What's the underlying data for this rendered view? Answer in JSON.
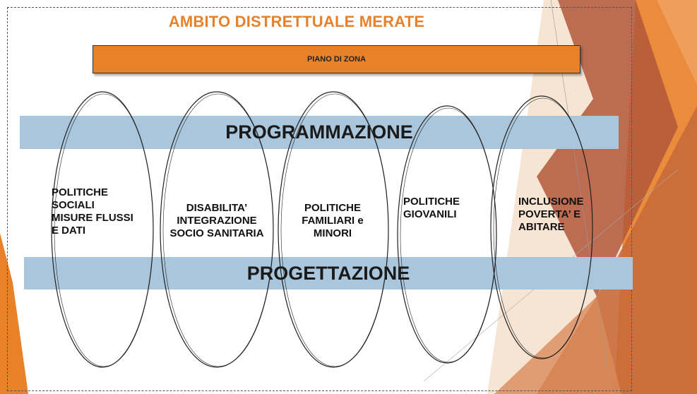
{
  "diagram": {
    "title": "AMBITO DISTRETTUALE MERATE",
    "subtitle_box": "PIANO DI ZONA",
    "band_top": "PROGRAMMAZIONE",
    "band_bottom": "PROGETTAZIONE",
    "areas": [
      {
        "lines": [
          "POLITICHE",
          "SOCIALI",
          "MISURE FLUSSI",
          "E DATI"
        ]
      },
      {
        "lines": [
          "DISABILITA’",
          "INTEGRAZIONE",
          "SOCIO SANITARIA"
        ]
      },
      {
        "lines": [
          "POLITICHE",
          "FAMILIARI e",
          "MINORI"
        ]
      },
      {
        "lines": [
          "POLITICHE",
          "GIOVANILI"
        ]
      },
      {
        "lines": [
          "INCLUSIONE",
          "POVERTA’ E",
          "ABITARE"
        ]
      }
    ]
  },
  "colors": {
    "accent_orange": "#e8822a",
    "band_blue": "#a9c6dc",
    "deco_brown": "#b0573a"
  }
}
